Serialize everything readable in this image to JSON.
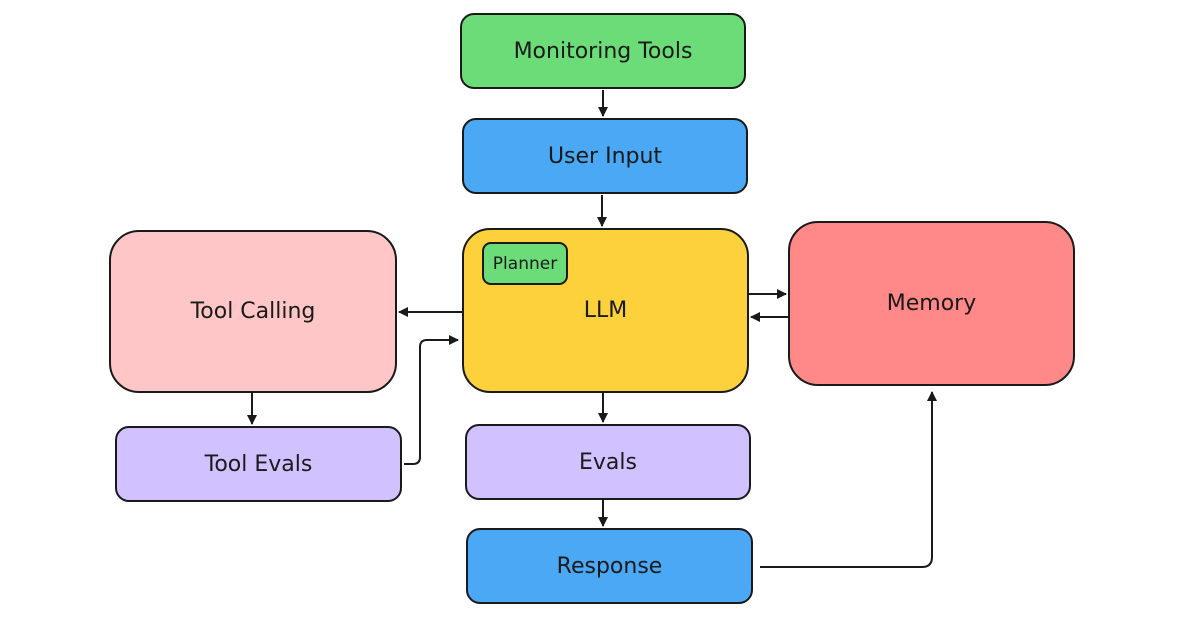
{
  "nodes": {
    "monitoring_tools": {
      "label": "Monitoring Tools",
      "color": "#6bdc78"
    },
    "user_input": {
      "label": "User Input",
      "color": "#4aa8f5"
    },
    "llm": {
      "label": "LLM",
      "color": "#fdd13b"
    },
    "planner": {
      "label": "Planner",
      "color": "#6bdc78"
    },
    "tool_calling": {
      "label": "Tool Calling",
      "color": "#fec6c6"
    },
    "memory": {
      "label": "Memory",
      "color": "#ff8888"
    },
    "tool_evals": {
      "label": "Tool Evals",
      "color": "#d2c1ff"
    },
    "evals": {
      "label": "Evals",
      "color": "#d2c1ff"
    },
    "response": {
      "label": "Response",
      "color": "#4aa8f5"
    }
  },
  "edges": [
    {
      "from": "monitoring_tools",
      "to": "user_input"
    },
    {
      "from": "user_input",
      "to": "llm"
    },
    {
      "from": "llm",
      "to": "tool_calling"
    },
    {
      "from": "tool_calling",
      "to": "tool_evals"
    },
    {
      "from": "tool_evals",
      "to": "llm"
    },
    {
      "from": "llm",
      "to": "memory"
    },
    {
      "from": "memory",
      "to": "llm"
    },
    {
      "from": "llm",
      "to": "evals"
    },
    {
      "from": "evals",
      "to": "response"
    },
    {
      "from": "response",
      "to": "memory"
    }
  ],
  "stroke_color": "#1a1a1a"
}
